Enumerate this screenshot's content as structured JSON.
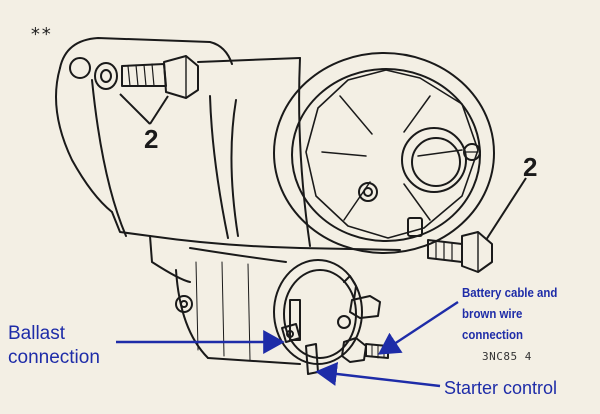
{
  "figure": {
    "marker": "**",
    "callouts": [
      {
        "id": "bolt-top",
        "text": "2"
      },
      {
        "id": "bolt-right",
        "text": "2"
      }
    ],
    "labels": {
      "ballast": {
        "line1": "Ballast",
        "line2": "connection"
      },
      "battery": {
        "line1": "Battery cable and",
        "line2": "brown wire",
        "line3": "connection"
      },
      "starter": "Starter control"
    },
    "ref_code": "3NC85 4",
    "colors": {
      "ink": "#1a1a1a",
      "paper": "#f3efe4",
      "annotation": "#1e2ca8"
    }
  }
}
